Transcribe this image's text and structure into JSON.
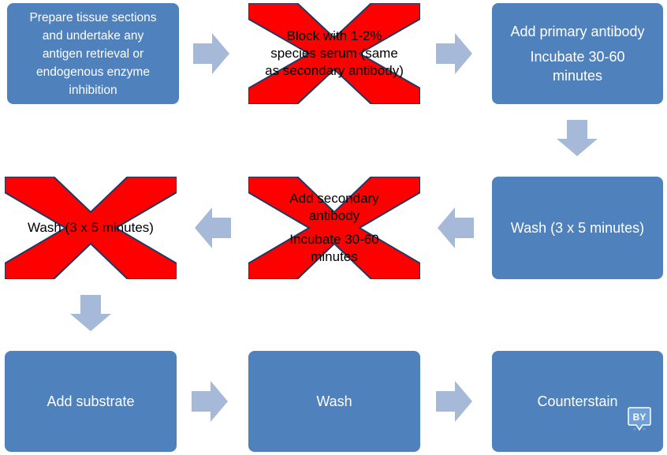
{
  "colors": {
    "box_fill": "#4f81bd",
    "arrow_fill": "#a6b9d8",
    "cross_fill": "#ff0000",
    "cross_stroke": "#1f3864",
    "logo_fill": "#6fa0d8"
  },
  "steps": {
    "step1": {
      "lines": [
        "Prepare tissue sections",
        "and undertake any",
        "antigen retrieval or",
        "endogenous enzyme",
        "inhibition"
      ]
    },
    "step2": {
      "lines": [
        "Block with 1-2%",
        "species  serum (same",
        "as secondary  antibody)"
      ],
      "crossed_out": true
    },
    "step3": {
      "lines": [
        "Add primary antibody"
      ],
      "sub_lines": [
        "Incubate 30-60",
        "minutes"
      ]
    },
    "step4": {
      "lines": [
        "Wash (3 x 5 minutes)"
      ]
    },
    "step5": {
      "lines": [
        "Add secondary",
        "antibody"
      ],
      "sub_lines": [
        "Incubate 30-60",
        "minutes"
      ],
      "crossed_out": true
    },
    "step6": {
      "lines": [
        "Wash (3 x 5 minutes)"
      ],
      "crossed_out": true
    },
    "step7": {
      "lines": [
        "Add substrate"
      ]
    },
    "step8": {
      "lines": [
        "Wash"
      ]
    },
    "step9": {
      "lines": [
        "Counterstain"
      ]
    }
  },
  "arrows": [
    {
      "name": "arrow-step1-to-step2",
      "direction": "right"
    },
    {
      "name": "arrow-step2-to-step3",
      "direction": "right"
    },
    {
      "name": "arrow-step3-to-step4",
      "direction": "down"
    },
    {
      "name": "arrow-step4-to-step5",
      "direction": "left"
    },
    {
      "name": "arrow-step5-to-step6",
      "direction": "left"
    },
    {
      "name": "arrow-step6-to-step7",
      "direction": "down"
    },
    {
      "name": "arrow-step7-to-step8",
      "direction": "right"
    },
    {
      "name": "arrow-step8-to-step9",
      "direction": "right"
    }
  ],
  "logo": {
    "text": "BY",
    "icon": "watermark-logo-icon"
  }
}
